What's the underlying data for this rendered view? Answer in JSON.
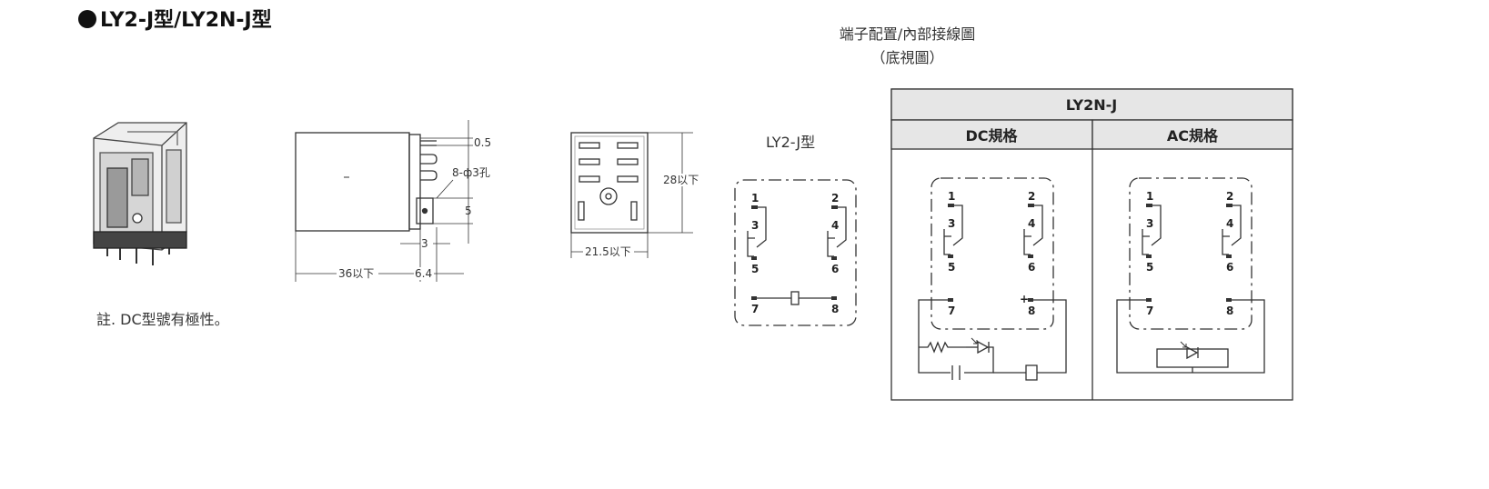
{
  "header": {
    "title": "LY2-J型/LY2N-J型"
  },
  "config_caption": {
    "line1": "端子配置/內部接線圖",
    "line2": "（底視圖）"
  },
  "note": "註. DC型號有極性。",
  "dimensions": {
    "side_gap": "0.5",
    "hole": "8-ф3孔",
    "pitch": "5",
    "pin_offset": "3",
    "length": "36以下",
    "pin_length": "6.4",
    "height": "28以下",
    "width": "21.5以下"
  },
  "ly2_diagram": {
    "label": "LY2-J型",
    "terminals": [
      "1",
      "2",
      "3",
      "4",
      "5",
      "6",
      "7",
      "8"
    ]
  },
  "ly2n_table": {
    "header": "LY2N-J",
    "col_dc": "DC規格",
    "col_ac": "AC規格",
    "terminals": [
      "1",
      "2",
      "3",
      "4",
      "5",
      "6",
      "7",
      "8"
    ],
    "dc_plus": "+"
  }
}
